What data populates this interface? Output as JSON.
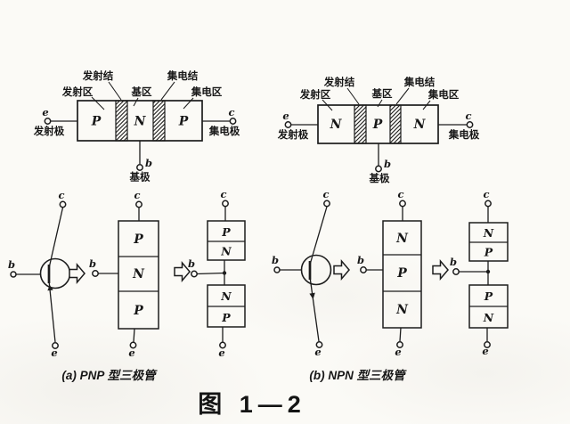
{
  "junction_labels": {
    "emitter_junction": "发射结",
    "collector_junction": "集电结",
    "emitter_region": "发射区",
    "base_region": "基区",
    "collector_region": "集电区"
  },
  "terminal_labels": {
    "emitter": "发射极",
    "collector": "集电极",
    "base": "基极",
    "e": "e",
    "c": "c",
    "b": "b"
  },
  "pnp": {
    "structure": [
      "P",
      "N",
      "P"
    ],
    "bar": [
      "P",
      "N",
      "P"
    ],
    "split_top": [
      "P",
      "N"
    ],
    "split_bottom": [
      "N",
      "P"
    ],
    "caption": "(a)  PNP 型三极管"
  },
  "npn": {
    "structure": [
      "N",
      "P",
      "N"
    ],
    "bar": [
      "N",
      "P",
      "N"
    ],
    "split_top": [
      "N",
      "P"
    ],
    "split_bottom": [
      "P",
      "N"
    ],
    "caption": "(b)  NPN 型三极管"
  },
  "figure_title": "图 1—2"
}
